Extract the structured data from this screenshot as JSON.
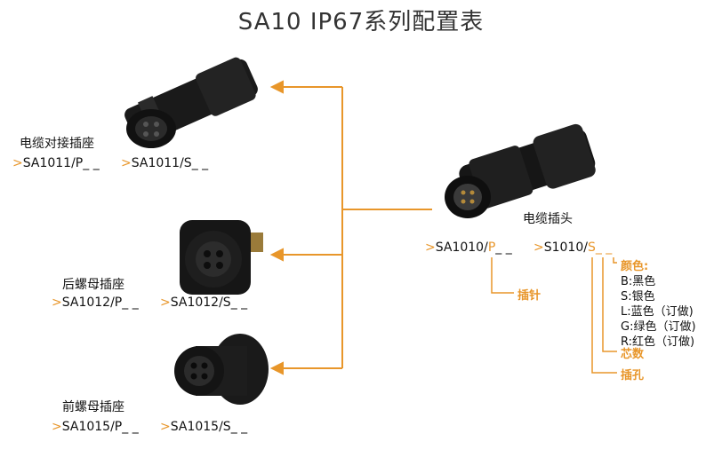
{
  "title": "SA10 IP67系列配置表",
  "arrow_glyph": ">",
  "connectors": [
    {
      "name": "电缆对接插座",
      "part_p": "SA1011/P_ _",
      "part_s": "SA1011/S_ _"
    },
    {
      "name": "后螺母插座",
      "part_p": "SA1012/P_ _",
      "part_s": "SA1012/S_ _"
    },
    {
      "name": "前螺母插座",
      "part_p": "SA1015/P_ _",
      "part_s": "SA1015/S_ _"
    }
  ],
  "plug": {
    "name": "电缆插头",
    "part_p_prefix": "SA1010/",
    "part_p_code": "P",
    "part_p_suffix": "_ _",
    "part_s_prefix": "S1010/",
    "part_s_code": "S",
    "part_s_suffix": "_ _"
  },
  "legend": {
    "pin": "插针",
    "color_head": "颜色:",
    "colors": [
      "B:黑色",
      "S:银色",
      "L:蓝色（订做)",
      "G:绿色（订做)",
      "R:红色（订做)"
    ],
    "cores": "芯数",
    "socket": "插孔"
  },
  "colors": {
    "accent": "#e8962a",
    "connector_body": "#1a1a1a"
  }
}
